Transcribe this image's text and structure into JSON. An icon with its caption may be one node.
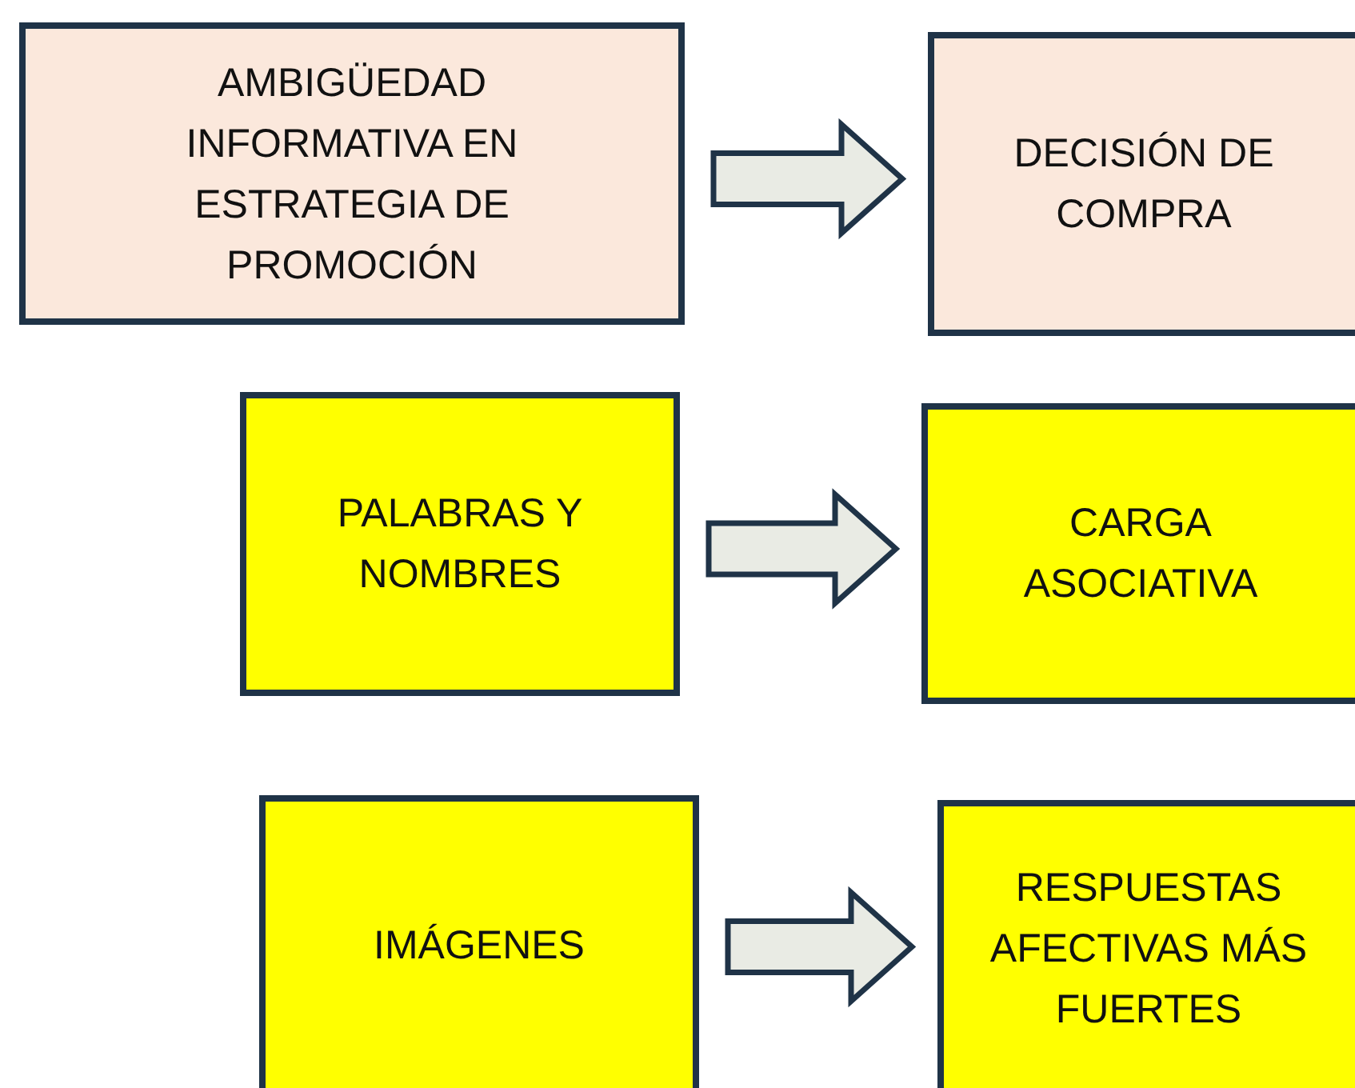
{
  "diagram": {
    "nodes": [
      {
        "text": [
          "AMBIGÜEDAD INFORMATIVA EN ESTRATEGIA DE PROMOCIÓN"
        ]
      },
      {
        "text": [
          "DECISIÓN DE COMPRA"
        ]
      },
      {
        "text": [
          "PALABRAS Y NOMBRES"
        ]
      },
      {
        "text": [
          "CARGA ASOCIATIVA"
        ]
      },
      {
        "text": [
          "IMÁGENES"
        ]
      },
      {
        "text": [
          "RESPUESTAS AFECTIVAS MÁS FUERTES"
        ]
      }
    ],
    "edges": [
      {
        "from": 0,
        "to": 1,
        "arrow": "to"
      },
      {
        "from": 2,
        "to": 3,
        "arrow": "to"
      },
      {
        "from": 4,
        "to": 5,
        "arrow": "to"
      }
    ]
  }
}
